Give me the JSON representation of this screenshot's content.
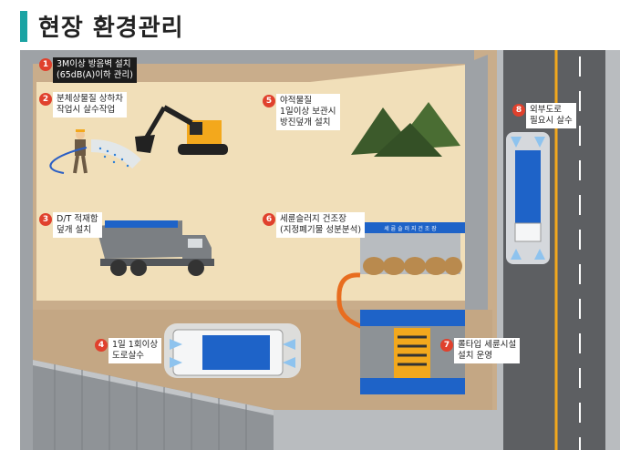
{
  "title": "현장 환경관리",
  "items": [
    {
      "num": "1",
      "line1": "3M이상 방음벽 설치",
      "line2": "(65dB(A)이하 관리)"
    },
    {
      "num": "2",
      "line1": "분체상물질 상하차",
      "line2": "작업시 살수작업"
    },
    {
      "num": "3",
      "line1": "D/T 적재함",
      "line2": "덮개 설치"
    },
    {
      "num": "4",
      "line1": "1일 1회이상",
      "line2": "도로살수"
    },
    {
      "num": "5",
      "line1": "야적물질",
      "line2": "1일이상 보관시",
      "line3": "방진덮개 설치"
    },
    {
      "num": "6",
      "line1": "세륜슬러지 건조장",
      "line2": "(지정폐기물 성분분석)"
    },
    {
      "num": "7",
      "line1": "롤타입 세륜시설",
      "line2": "설치 운영"
    },
    {
      "num": "8",
      "line1": "외부도로",
      "line2": "필요시 살수"
    }
  ],
  "drying_sign": "세 륜 슬 러 지 건 조 장",
  "colors": {
    "accent": "#1aa3a3",
    "badge": "#e0412d",
    "ground": "#c9ad8b",
    "road": "#5d5f62",
    "blue": "#1e63c8"
  }
}
